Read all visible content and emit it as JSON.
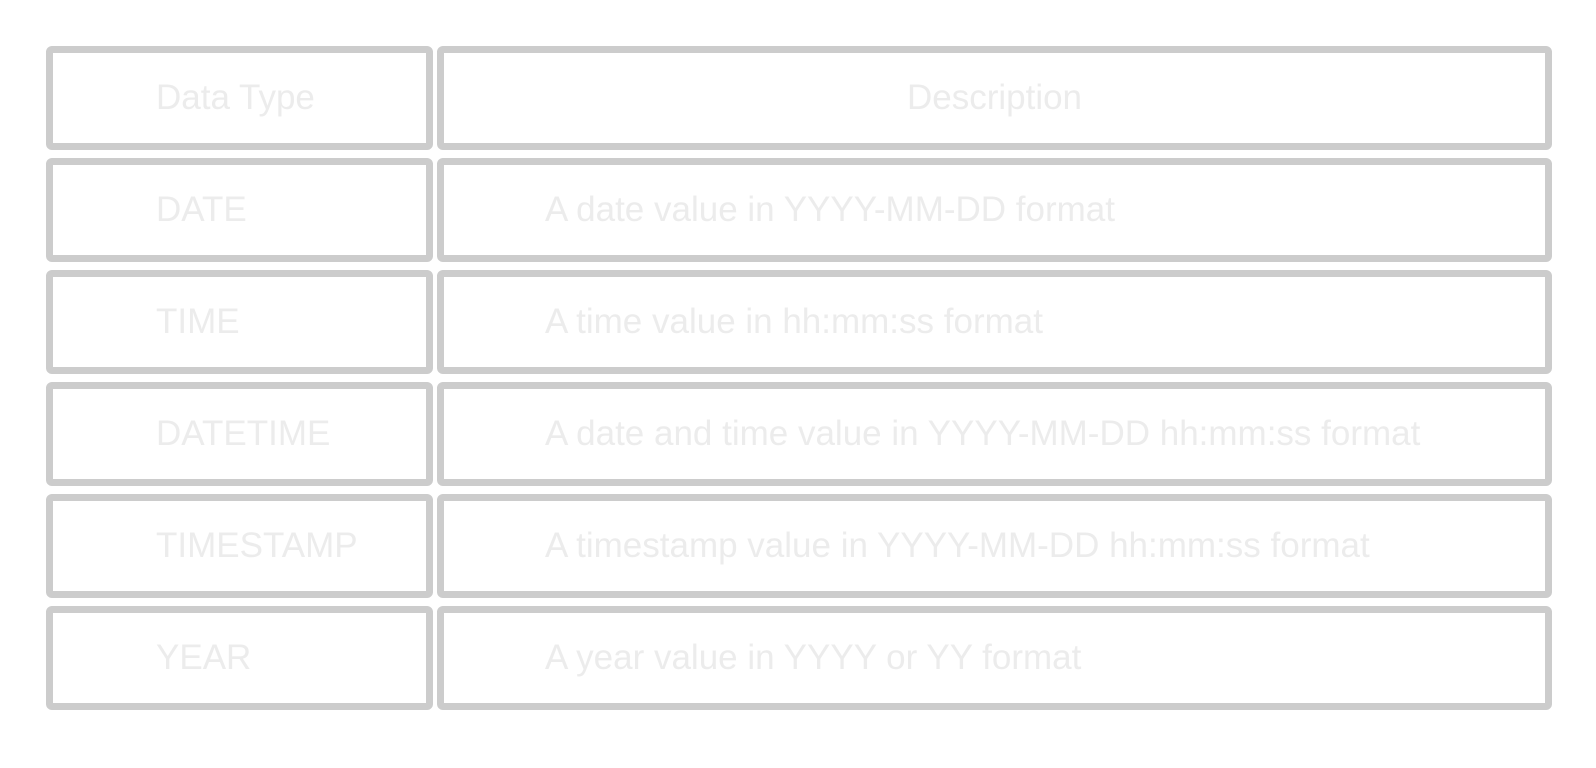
{
  "table": {
    "headers": {
      "type": "Data Type",
      "description": "Description"
    },
    "rows": [
      {
        "type": "DATE",
        "description": "A date value in YYYY-MM-DD format"
      },
      {
        "type": "TIME",
        "description": "A time value in hh:mm:ss format"
      },
      {
        "type": "DATETIME",
        "description": "A date and time value in YYYY-MM-DD hh:mm:ss format"
      },
      {
        "type": "TIMESTAMP",
        "description": "A timestamp value in YYYY-MM-DD hh:mm:ss format"
      },
      {
        "type": "YEAR",
        "description": "A year value in YYYY or YY format"
      }
    ]
  },
  "colors": {
    "border": "#cccccc",
    "text": "#ececec",
    "background": "#ffffff"
  }
}
